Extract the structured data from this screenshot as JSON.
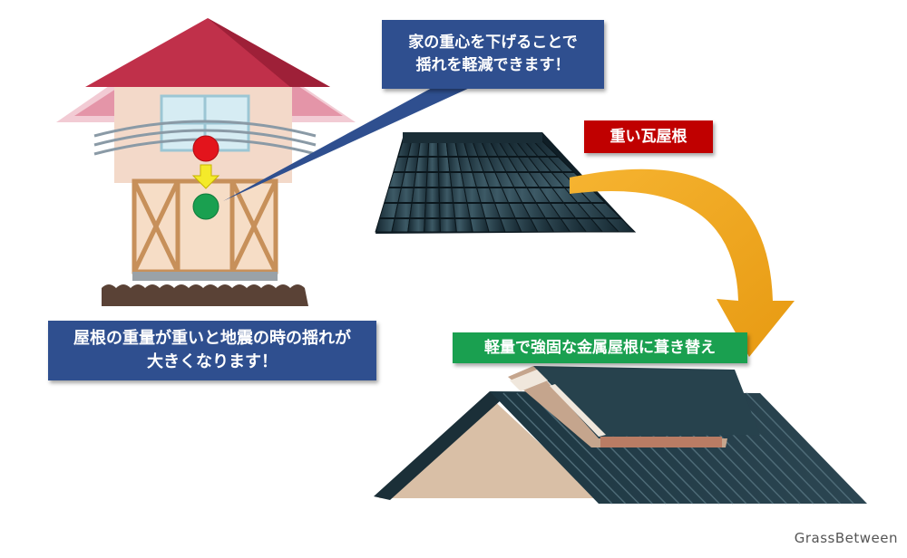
{
  "callout_top": {
    "lines": [
      "家の重心を下げることで",
      "揺れを軽減できます！"
    ]
  },
  "callout_bottom": {
    "lines": [
      "屋根の重量が重いと地震の時の揺れが",
      "大きくなります！"
    ]
  },
  "label_heavy_roof": "重い瓦屋根",
  "label_metal_roof": "軽量で強固な金属屋根に葺き替え",
  "brand": "GrassBetween",
  "colors": {
    "callout_blue": "#2f4f8f",
    "label_red": "#c00000",
    "label_green": "#1aa050",
    "arrow_orange": "#f2a31b",
    "roof_dark": "#1f3540",
    "house_roof_red": "#c0304a"
  },
  "icons": {
    "center_of_gravity_high": "red-circle",
    "center_of_gravity_low": "green-circle",
    "shift_down": "yellow-down-arrow"
  }
}
